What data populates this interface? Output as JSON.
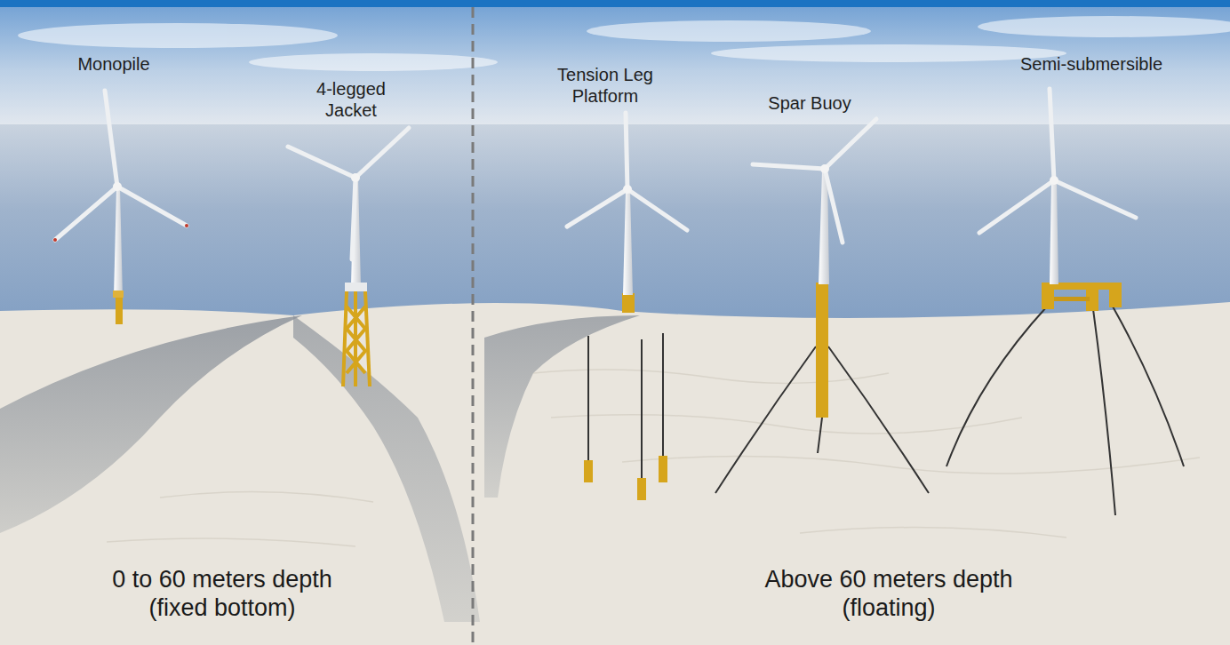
{
  "diagram": {
    "labels": [
      "Monopile",
      "4-legged Jacket",
      "Tension Leg Platform",
      "Spar Buoy",
      "Semi-submersible",
      "0 to 60 meters depth (fixed bottom)",
      "Above 60 meters depth (floating)"
    ]
  }
}
